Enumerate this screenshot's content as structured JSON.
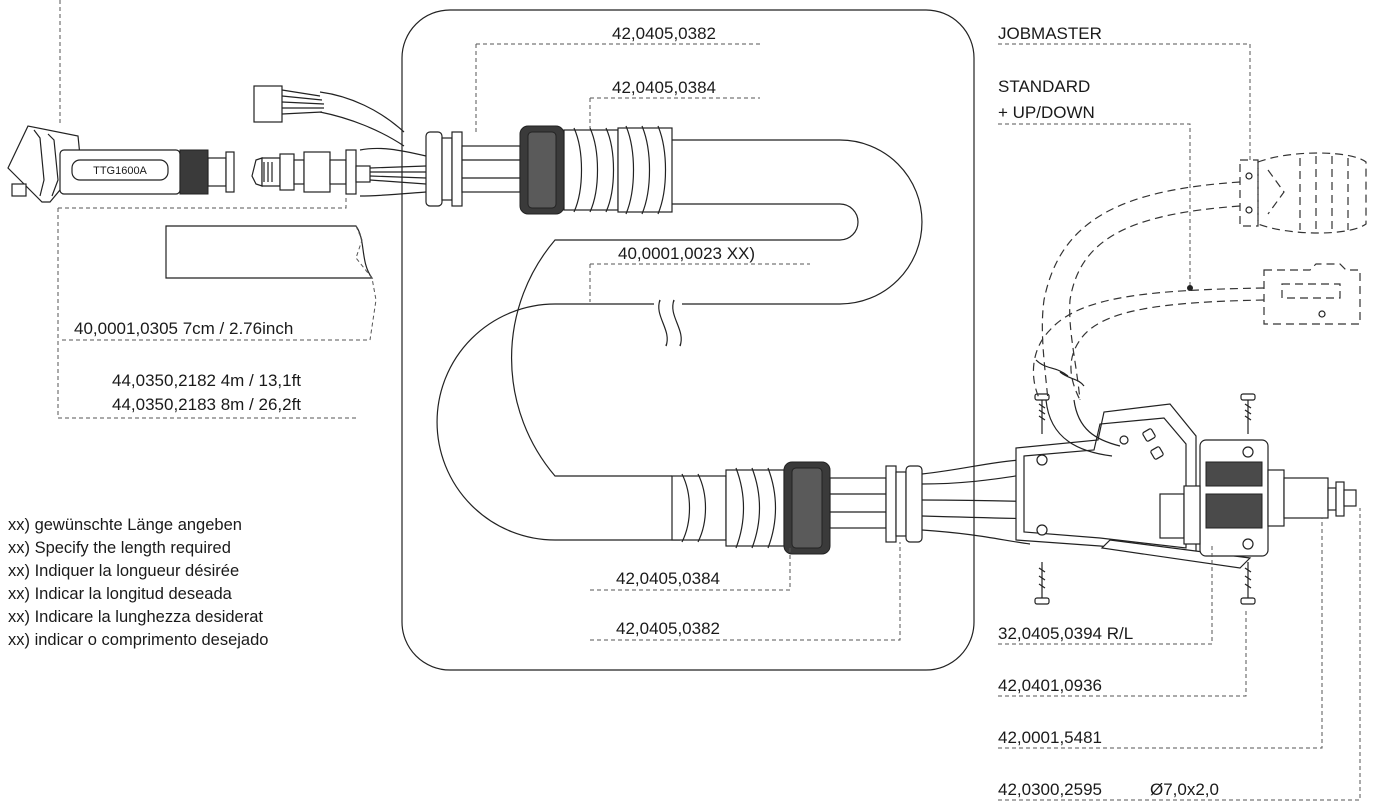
{
  "labels": {
    "l382_top": "42,0405,0382",
    "l384_top": "42,0405,0384",
    "l0023": "40,0001,0023 XX)",
    "l0305": "40,0001,0305 7cm / 2.76inch",
    "l2182": "44,0350,2182 4m / 13,1ft",
    "l2183": "44,0350,2183 8m / 26,2ft",
    "l384_bot": "42,0405,0384",
    "l382_bot": "42,0405,0382",
    "jobmaster": "JOBMASTER",
    "standard": "STANDARD",
    "updown": "+ UP/DOWN",
    "l0394": "32,0405,0394 R/L",
    "l0936": "42,0401,0936",
    "l5481": "42,0001,5481",
    "l2595": "42,0300,2595",
    "dia": "Ø7,0x2,0",
    "torch_model": "TTG1600A"
  },
  "notes": [
    "xx) gewünschte Länge angeben",
    "xx) Specify the length required",
    "xx) Indiquer la longueur désirée",
    "xx) Indicar la longitud deseada",
    "xx) Indicare la lunghezza desiderat",
    "xx) indicar o comprimento desejado"
  ]
}
